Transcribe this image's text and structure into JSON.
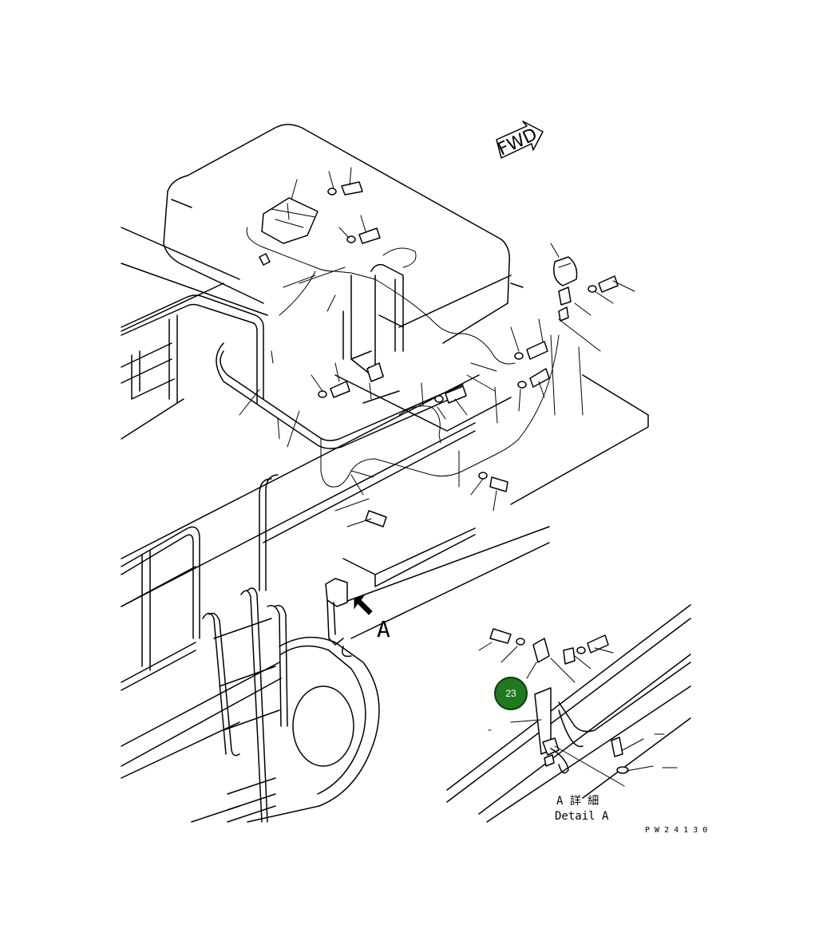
{
  "direction_label": "FWD",
  "view_label": "A",
  "detail_caption_jp": "A 詳 細",
  "detail_caption_en": "Detail A",
  "drawing_number": "P W 2 4 1 3 0",
  "callout": {
    "number": "23",
    "color": "#1f7a1f"
  }
}
